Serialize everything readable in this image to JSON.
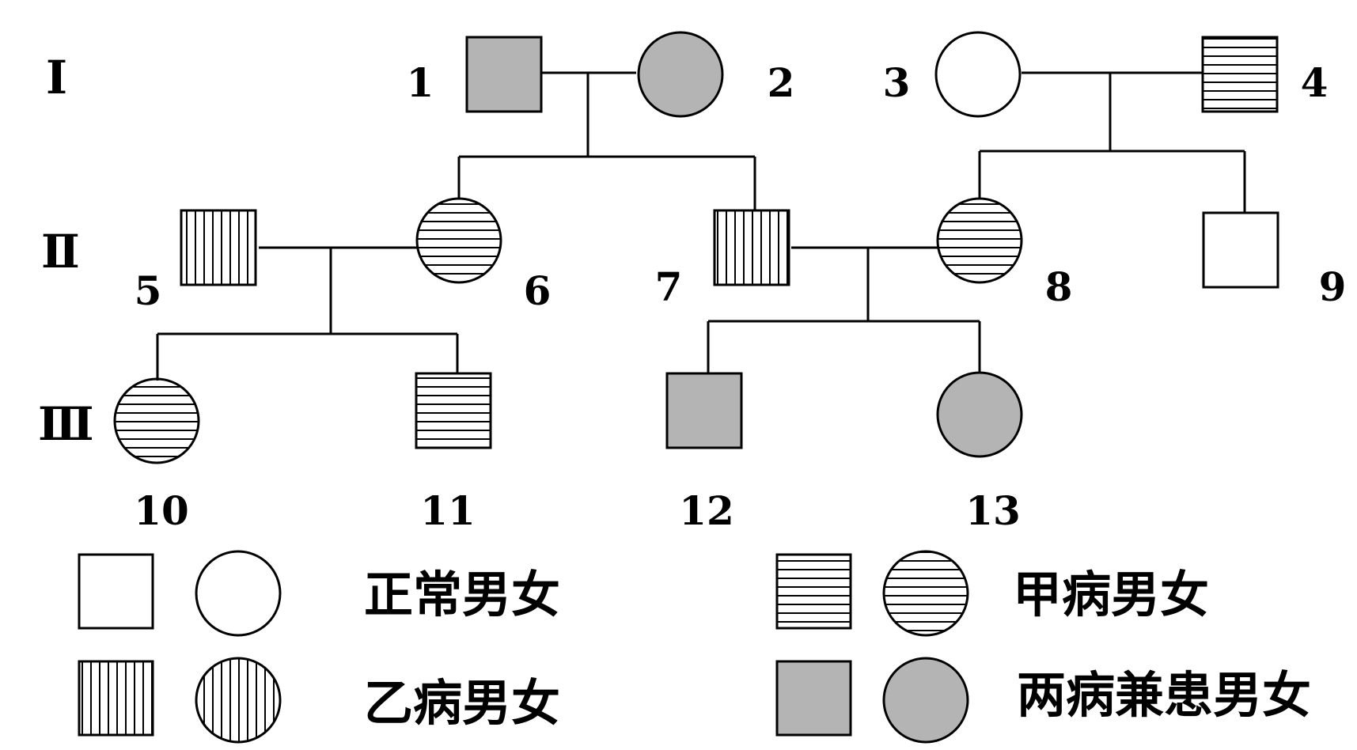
{
  "generations": [
    {
      "id": "g1",
      "label": "Ⅰ"
    },
    {
      "id": "g2",
      "label": "Ⅱ"
    },
    {
      "id": "g3",
      "label": "Ⅲ"
    }
  ],
  "individuals": [
    {
      "id": "p1",
      "label": "1",
      "sex": "male",
      "phenotype": "both"
    },
    {
      "id": "p2",
      "label": "2",
      "sex": "female",
      "phenotype": "both"
    },
    {
      "id": "p3",
      "label": "3",
      "sex": "female",
      "phenotype": "normal"
    },
    {
      "id": "p4",
      "label": "4",
      "sex": "male",
      "phenotype": "jia"
    },
    {
      "id": "p5",
      "label": "5",
      "sex": "male",
      "phenotype": "yi"
    },
    {
      "id": "p6",
      "label": "6",
      "sex": "female",
      "phenotype": "jia"
    },
    {
      "id": "p7",
      "label": "7",
      "sex": "male",
      "phenotype": "yi"
    },
    {
      "id": "p8",
      "label": "8",
      "sex": "female",
      "phenotype": "jia"
    },
    {
      "id": "p9",
      "label": "9",
      "sex": "male",
      "phenotype": "normal"
    },
    {
      "id": "p10",
      "label": "10",
      "sex": "female",
      "phenotype": "jia"
    },
    {
      "id": "p11",
      "label": "11",
      "sex": "male",
      "phenotype": "jia"
    },
    {
      "id": "p12",
      "label": "12",
      "sex": "male",
      "phenotype": "both"
    },
    {
      "id": "p13",
      "label": "13",
      "sex": "female",
      "phenotype": "both"
    }
  ],
  "legend": {
    "normal": "正常男女",
    "jia": "甲病男女",
    "yi": "乙病男女",
    "both": "两病兼患男女"
  },
  "colors": {
    "affected_both": "#b4b4b4",
    "stroke": "#000000",
    "background": "#ffffff"
  }
}
